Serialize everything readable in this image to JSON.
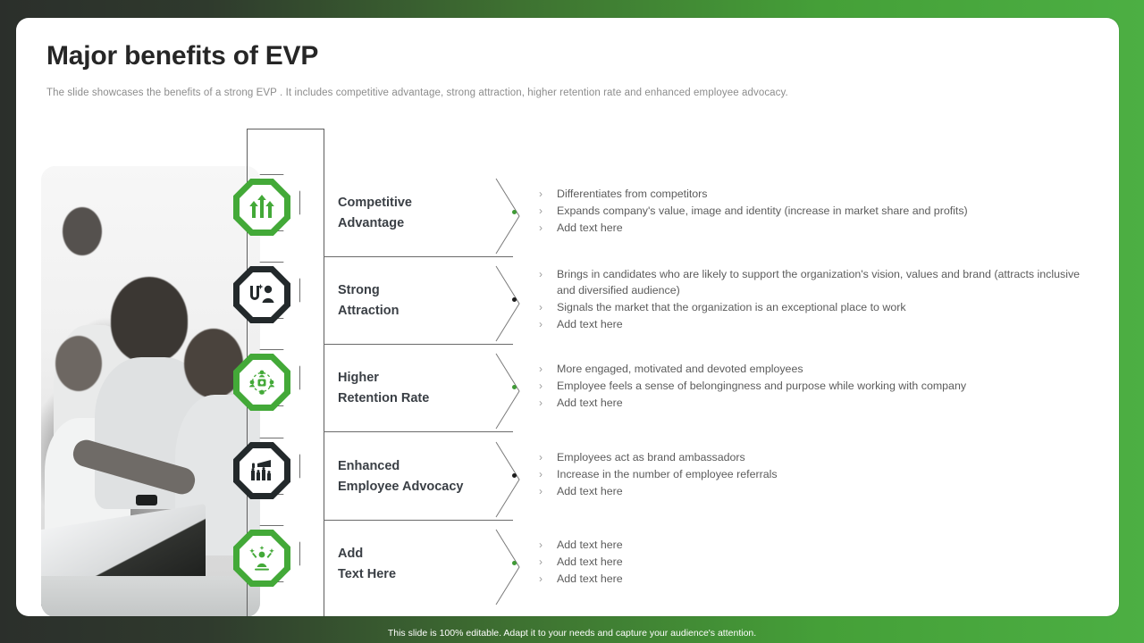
{
  "theme": {
    "accent_green": "#43a938",
    "dark": "#23292b",
    "text_dark": "#3a3f45",
    "text_muted": "#5c5c5c"
  },
  "header": {
    "title": "Major benefits of EVP",
    "subtitle": "The slide showcases the benefits of a strong EVP . It includes competitive advantage, strong attraction, higher retention rate and enhanced employee advocacy."
  },
  "media": {
    "photo_alt": "team-collaborating-at-laptop-photo"
  },
  "rows": [
    {
      "icon": "growth-arrows-icon",
      "icon_style": "green",
      "label_line1": "Competitive",
      "label_line2": "Advantage",
      "dot_color": "#3f9a36",
      "bullets": [
        "Differentiates from competitors",
        "Expands company's value, image and identity (increase in market share and profits)",
        "Add text here"
      ]
    },
    {
      "icon": "magnet-attract-person-icon",
      "icon_style": "dark",
      "label_line1": "Strong",
      "label_line2": "Attraction",
      "dot_color": "#1d1d1d",
      "bullets": [
        "Brings in candidates who are likely to support the organization's vision, values and brand (attracts inclusive and diversified audience)",
        "Signals the market that the organization is an exceptional place to work",
        "Add text here"
      ]
    },
    {
      "icon": "team-network-retention-icon",
      "icon_style": "green",
      "label_line1": "Higher",
      "label_line2": "Retention Rate",
      "dot_color": "#3f9a36",
      "bullets": [
        "More engaged, motivated and devoted employees",
        "Employee feels a sense of belongingness and purpose while working with company",
        "Add text here"
      ]
    },
    {
      "icon": "megaphone-advocacy-icon",
      "icon_style": "dark",
      "label_line1": "Enhanced",
      "label_line2": "Employee Advocacy",
      "dot_color": "#1d1d1d",
      "bullets": [
        "Employees act as brand ambassadors",
        "Increase in the number of employee referrals",
        "Add text here"
      ]
    },
    {
      "icon": "celebrate-person-icon",
      "icon_style": "green",
      "label_line1": "Add",
      "label_line2": "Text Here",
      "dot_color": "#3f9a36",
      "bullets": [
        "Add text here",
        "Add text here",
        "Add text here"
      ]
    }
  ],
  "bullet_marker": "›",
  "footer": {
    "note": "This slide is 100% editable. Adapt it to your needs and capture your audience's attention."
  }
}
